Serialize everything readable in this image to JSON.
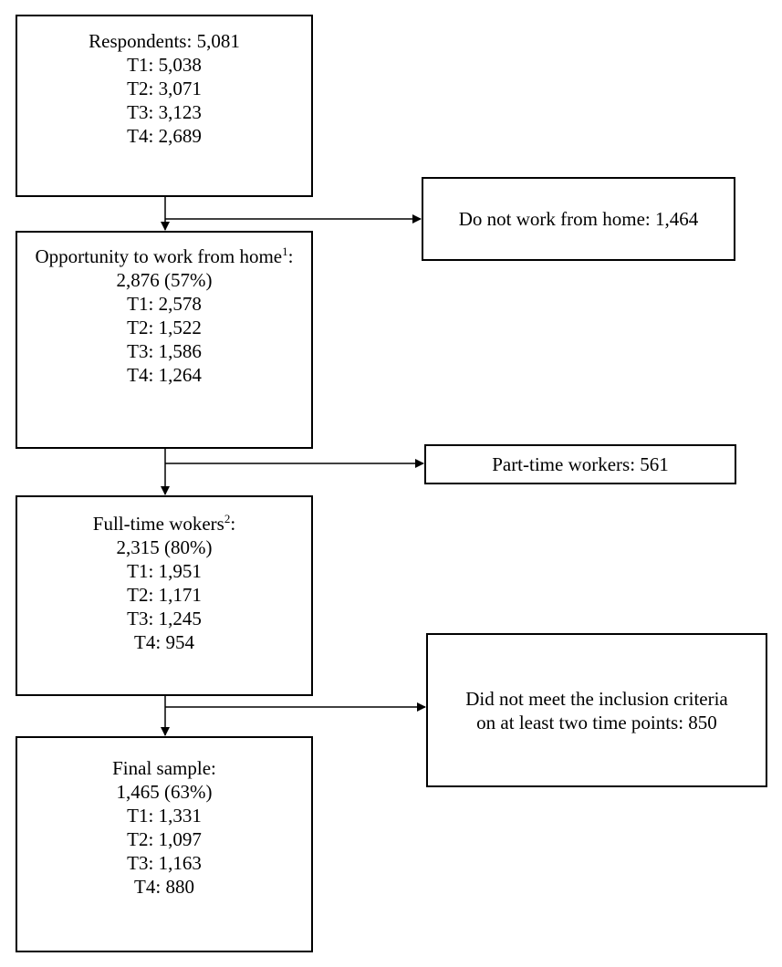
{
  "nodes": {
    "respondents": {
      "heading": "Respondents: 5,081",
      "lines": [
        "T1: 5,038",
        "T2: 3,071",
        "T3: 3,123",
        "T4: 2,689"
      ]
    },
    "opportunity": {
      "heading": "Opportunity to work from home",
      "heading_sup": "1",
      "heading_suffix": ":",
      "total": "2,876 (57%)",
      "lines": [
        "T1: 2,578",
        "T2: 1,522",
        "T3: 1,586",
        "T4: 1,264"
      ]
    },
    "fulltime": {
      "heading": "Full-time wokers",
      "heading_sup": "2",
      "heading_suffix": ":",
      "total": "2,315 (80%)",
      "lines": [
        "T1: 1,951",
        "T2: 1,171",
        "T3: 1,245",
        "T4: 954"
      ]
    },
    "final": {
      "heading": "Final sample:",
      "total": "1,465 (63%)",
      "lines": [
        "T1: 1,331",
        "T2: 1,097",
        "T3: 1,163",
        "T4: 880"
      ]
    }
  },
  "exclusions": {
    "no_home": "Do not work from home: 1,464",
    "part_time": "Part-time workers: 561",
    "criteria_line1": "Did not meet the inclusion criteria",
    "criteria_line2": "on at least two time points: 850"
  }
}
